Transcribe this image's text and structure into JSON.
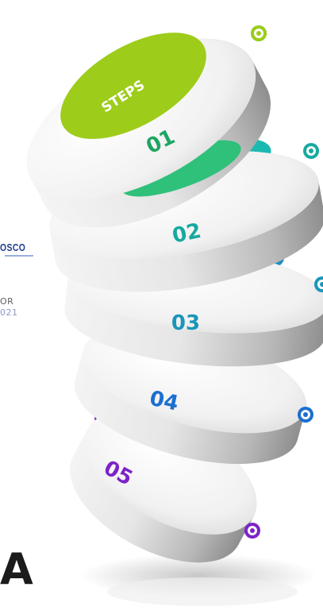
{
  "diagram": {
    "title": "STEPS",
    "steps": [
      {
        "label": "01",
        "color": "#1fa563",
        "top": "#2fc07a",
        "dot": "#1fa563"
      },
      {
        "label": "02",
        "color": "#17a9a0",
        "top": "#1cb9b0",
        "dot": "#17a9a0"
      },
      {
        "label": "03",
        "color": "#1a96b8",
        "top": "#1d8fc4",
        "dot": "#1a96b8"
      },
      {
        "label": "04",
        "color": "#1b6fcf",
        "top": "#1b64c8",
        "dot": "#1b6fcf"
      },
      {
        "label": "05",
        "color": "#7b22c9",
        "top": "#6a1bb3",
        "dot": "#7b22c9"
      }
    ],
    "top_disc_color": "#9dcc1a",
    "top_dot_color": "#9dcc1a"
  },
  "background": {
    "logo_text": "OSCO",
    "line1": "OR",
    "line2": "021",
    "letter": "A"
  }
}
